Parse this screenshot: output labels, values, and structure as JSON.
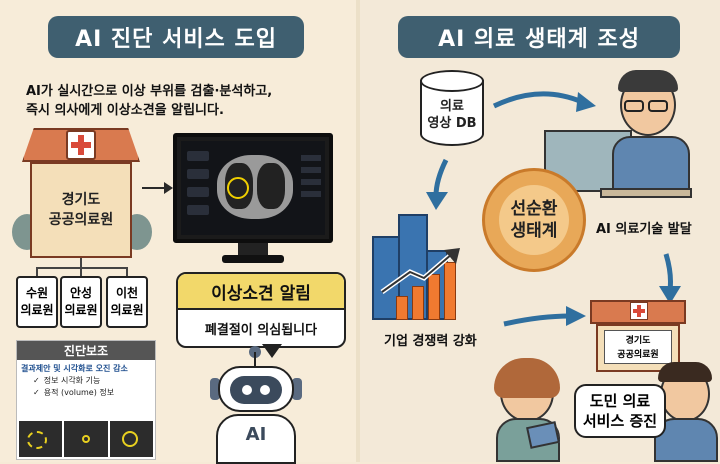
{
  "left": {
    "title": "AI 진단 서비스 도입",
    "intro_line1": "AI가 실시간으로 이상 부위를 검출·분석하고,",
    "intro_line2": "즉시 의사에게 이상소견을 알립니다.",
    "hospital_line1": "경기도",
    "hospital_line2": "공공의료원",
    "branches": [
      {
        "line1": "수원",
        "line2": "의료원"
      },
      {
        "line1": "안성",
        "line2": "의료원"
      },
      {
        "line1": "이천",
        "line2": "의료원"
      }
    ],
    "diagnosis": {
      "title": "진단보조",
      "subtitle": "결과제안 및 시각화로 오진 감소",
      "items": [
        "정보 시각화 기능",
        "용적 (volume) 정보"
      ]
    },
    "alert": {
      "title": "이상소견 알림",
      "message": "폐결절이 의심됩니다"
    },
    "robot_label": "AI"
  },
  "right": {
    "title": "AI 의료 생태계 조성",
    "db_line1": "의료",
    "db_line2": "영상 DB",
    "cycle_line1": "선순환",
    "cycle_line2": "생태계",
    "tech_label": "AI 의료기술 발달",
    "business_label": "기업 경쟁력 강화",
    "hospital_line1": "경기도",
    "hospital_line2": "공공의료원",
    "service_line1": "도민 의료",
    "service_line2": "서비스 증진"
  },
  "colors": {
    "title_bg": "#3f5f70",
    "alert_header": "#f2d86a",
    "arrow_blue": "#2f6f9f",
    "cycle_orange": "#e8a858"
  }
}
